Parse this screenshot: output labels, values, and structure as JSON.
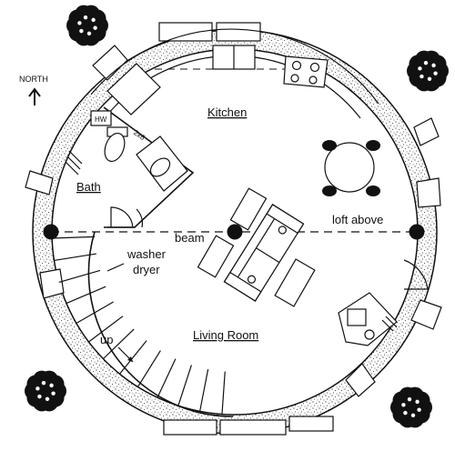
{
  "labels": {
    "north": "NORTH",
    "kitchen": "Kitchen",
    "bath": "Bath",
    "beam": "beam",
    "loft_above": "loft above",
    "washer": "washer",
    "dryer": "dryer",
    "living_room": "Living Room",
    "up": "up",
    "hw": "HW",
    "stud": "2x6"
  },
  "icons": {
    "north_arrow": "arrow-up-icon",
    "tree": "tree-icon"
  },
  "colors": {
    "line": "#111111",
    "background": "#ffffff"
  }
}
